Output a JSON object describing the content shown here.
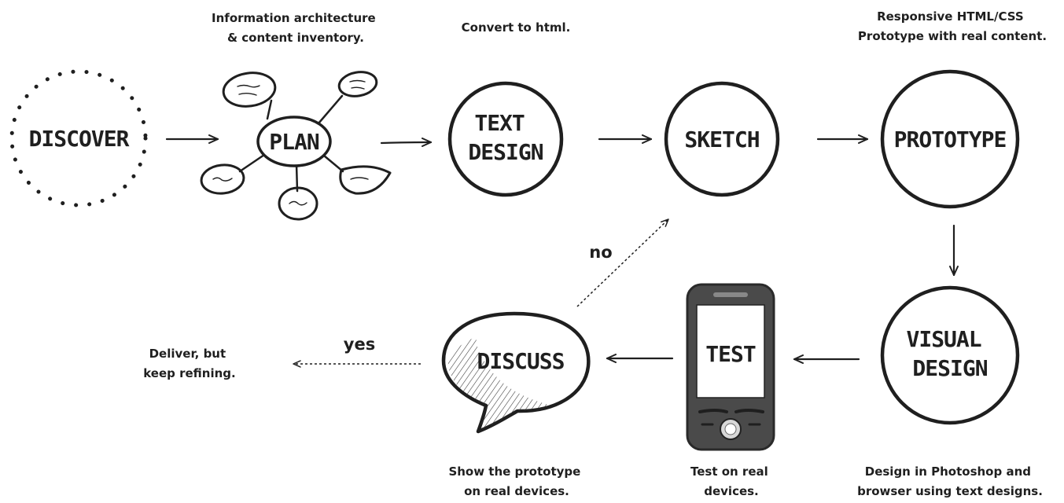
{
  "nodes": {
    "discover": "DISCOVER",
    "plan": "PLAN",
    "text_design": [
      "TEXT",
      "DESIGN"
    ],
    "sketch": "SKETCH",
    "prototype": "PROTOTYPE",
    "visual_design": [
      "VISUAL",
      "DESIGN"
    ],
    "test": "TEST",
    "discuss": "DISCUSS"
  },
  "captions": {
    "plan": [
      "Information architecture",
      "& content inventory."
    ],
    "text_design": [
      "Convert to html."
    ],
    "prototype": [
      "Responsive HTML/CSS",
      "Prototype with real content."
    ],
    "visual_design": [
      "Design in Photoshop and",
      "browser using text designs."
    ],
    "test": [
      "Test on real",
      "devices."
    ],
    "discuss": [
      "Show the prototype",
      "on real devices."
    ],
    "deliver": [
      "Deliver, but",
      "keep refining."
    ]
  },
  "edges": {
    "no_label": "no",
    "yes_label": "yes"
  }
}
